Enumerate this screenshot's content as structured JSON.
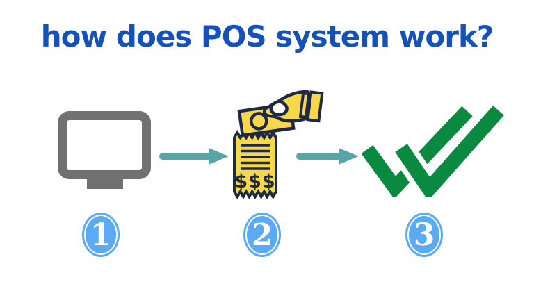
{
  "title": {
    "text": "how does POS system work?"
  },
  "colors": {
    "title_blue": "#1451b8",
    "monitor_gray": "#717171",
    "arrow_teal": "#5aa4a5",
    "icon_yellow": "#f7d84a",
    "icon_outline_navy": "#1e2a44",
    "check_green": "#0a8a40",
    "badge_blue": "#5baaf4",
    "background": "#ffffff"
  },
  "steps": [
    {
      "number": "1",
      "icon": "pos-terminal-icon",
      "description": "POS terminal screen"
    },
    {
      "number": "2",
      "icon": "receipt-payment-icon",
      "description": "payment and receipt"
    },
    {
      "number": "3",
      "icon": "success-double-check-icon",
      "description": "transaction complete"
    }
  ],
  "receipt": {
    "amount_text": "$$$"
  }
}
